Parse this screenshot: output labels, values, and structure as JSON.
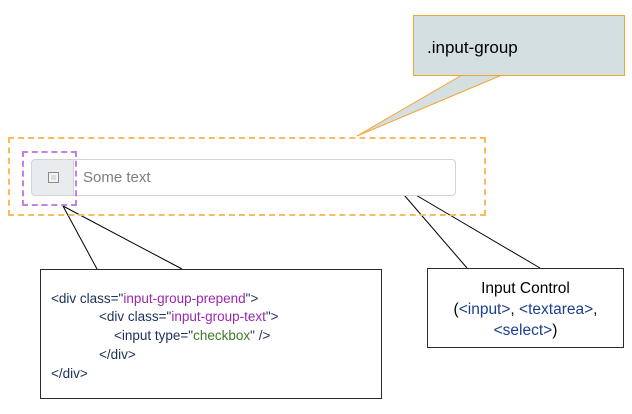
{
  "callout_group": {
    "label": ".input-group"
  },
  "input": {
    "placeholder": "Some text"
  },
  "code": {
    "line1": {
      "pre": "<div class=\"",
      "str": "input-group-prepend",
      "post": "\">"
    },
    "line2": {
      "pre": "<div class=\"",
      "str": "input-group-text",
      "post": "\">"
    },
    "line3": {
      "pre": "<input type=\"",
      "str": "checkbox",
      "post": "\" />"
    },
    "line4": {
      "text": "</div>"
    },
    "line5": {
      "text": "</div>"
    }
  },
  "control_callout": {
    "title": "Input Control",
    "open_paren": "(",
    "tag_input": "<input>",
    "sep1": ", ",
    "tag_textarea": "<textarea>",
    "sep2": ",",
    "tag_select": "<select>",
    "close_paren": ")"
  },
  "colors": {
    "group_border": "#f6bd60",
    "prepend_border": "#c580e6",
    "callout_fill": "#d4dfe2",
    "callout_border": "#f2a531",
    "code_string": "#9c27b0",
    "code_string_alt": "#3d7a24",
    "code_text": "#1e2f5c"
  }
}
